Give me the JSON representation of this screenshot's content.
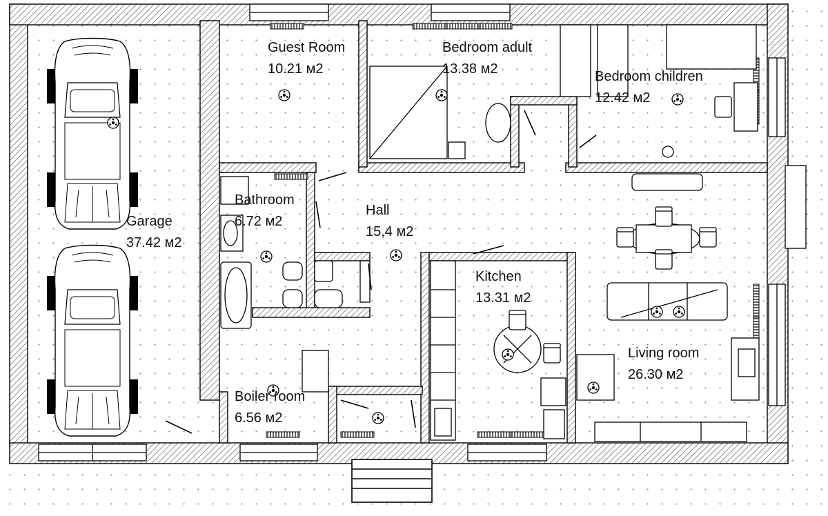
{
  "floor_plan": {
    "rooms": [
      {
        "id": "garage",
        "name": "Garage",
        "area": "37.42 м2"
      },
      {
        "id": "guest-room",
        "name": "Guest Room",
        "area": "10.21 м2"
      },
      {
        "id": "bedroom-adult",
        "name": "Bedroom adult",
        "area": "13.38 м2"
      },
      {
        "id": "bedroom-children",
        "name": "Bedroom children",
        "area": "12.42 м2"
      },
      {
        "id": "bathroom",
        "name": "Bathroom",
        "area": "6.72 м2"
      },
      {
        "id": "hall",
        "name": "Hall",
        "area": "15,4 м2"
      },
      {
        "id": "kitchen",
        "name": "Kitchen",
        "area": "13.31 м2"
      },
      {
        "id": "living-room",
        "name": "Living room",
        "area": "26.30 м2"
      },
      {
        "id": "boiler-room",
        "name": "Boiler room",
        "area": "6.56 м2"
      }
    ],
    "colors": {
      "wall_line": "#000000",
      "hatch": "#555555",
      "dot_grid": "#8f8f8f",
      "background": "#ffffff"
    }
  }
}
